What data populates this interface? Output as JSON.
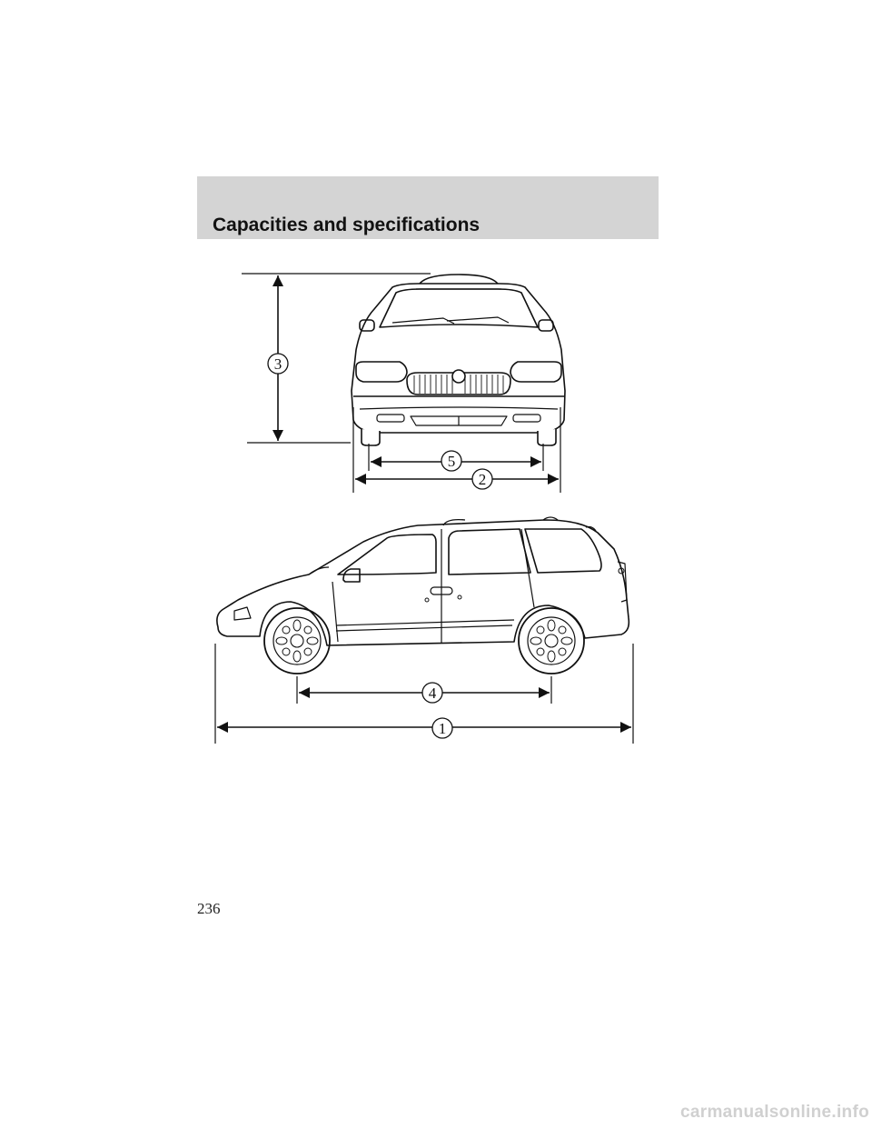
{
  "header": {
    "title": "Capacities and specifications"
  },
  "figure": {
    "callouts": {
      "overall_length": "1",
      "overall_width": "2",
      "overall_height": "3",
      "wheelbase": "4",
      "track": "5"
    }
  },
  "footer": {
    "page_number": "236"
  },
  "watermark": {
    "text": "carmanualsonline.info"
  },
  "colors": {
    "header_band": "#d4d4d4",
    "line_art": "#111111",
    "watermark": "#d0d0d0"
  },
  "icons": [
    "minivan-front-view-illustration",
    "minivan-side-view-illustration",
    "dimension-arrow-icon"
  ]
}
